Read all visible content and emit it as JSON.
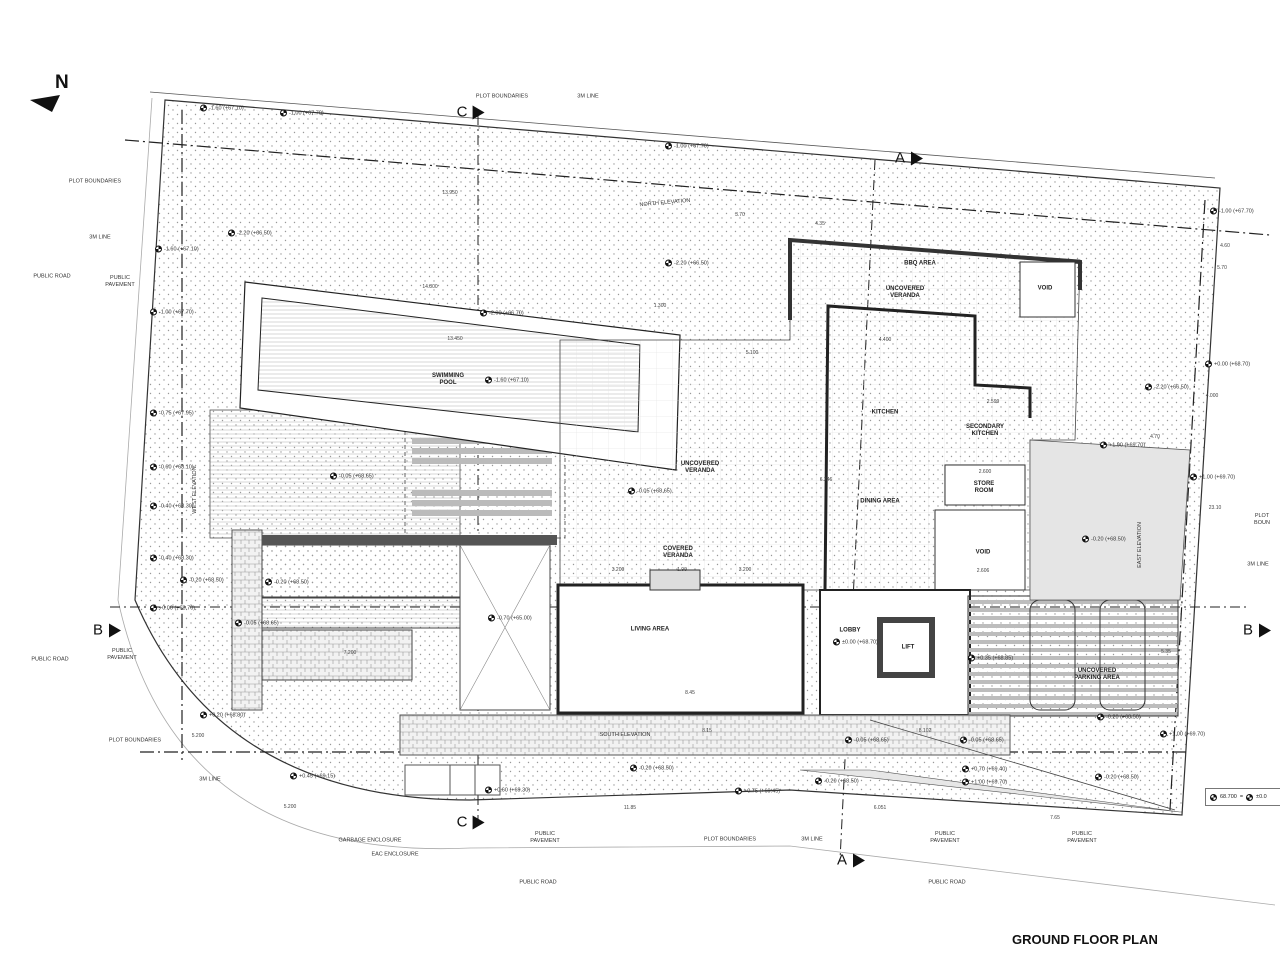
{
  "title": "GROUND FLOOR PLAN",
  "north_label": "N",
  "legend": {
    "level": "68.700",
    "equals": "=",
    "datum": "±0.0"
  },
  "sections": [
    "C",
    "C",
    "A",
    "A",
    "B",
    "B"
  ],
  "rooms": [
    "SWIMMING\nPOOL",
    "UNCOVERED\nVERANDA",
    "COVERED\nVERANDA",
    "LIVING AREA",
    "LOBBY",
    "LIFT",
    "KITCHEN",
    "DINING AREA",
    "SECONDARY\nKITCHEN",
    "STORE\nROOM",
    "VOID",
    "VOID",
    "BBQ AREA",
    "UNCOVERED\nVERANDA",
    "UNCOVERED\nPARKING AREA"
  ],
  "elevations": [
    "NORTH ELEVATION",
    "SOUTH ELEVATION",
    "WEST ELEVATION",
    "EAST ELEVATION"
  ],
  "annotations": [
    "PLOT BOUNDARIES",
    "3m LINE",
    "PUBLIC ROAD",
    "PUBLIC\nPAVEMENT",
    "PLOT BOUNDARIES",
    "3m LINE",
    "PUBLIC ROAD",
    "PUBLIC\nPAVEMENT",
    "PLOT BOUNDARIES",
    "3m LINE",
    "GARBAGE ENCLOSURE",
    "EAC ENCLOSURE",
    "PUBLIC\nPAVEMENT",
    "PUBLIC ROAD",
    "PLOT BOUNDARIES",
    "3m LINE",
    "PUBLIC\nPAVEMENT",
    "PUBLIC\nPAVEMENT",
    "PUBLIC ROAD",
    "PLOT BOUN",
    "3m LINE"
  ],
  "levels": [
    "-1.60 (+67.10)",
    "-1.00 (+67.70)",
    "-1.00 (+67.70)",
    "-1.00 (+67.70)",
    "-2.20 (+66.50)",
    "-1.60 (+67.10)",
    "-2.20 (+66.50)",
    "-1.00 (+67.70)",
    "-2.00 (+66.70)",
    "-1.60 (+67.10)",
    "+0.00 (+68.70)",
    "-2.20 (+66.50)",
    "-0.75 (+67.95)",
    "+1.90 (+69.70)",
    "-0.60 (+68.10)",
    "-0.05 (+68.65)",
    "-0.05 (+68.65)",
    "+1.00 (+69.70)",
    "-0.40 (+68.30)",
    "-0.20 (+68.50)",
    "-0.40 (+68.30)",
    "-0.20 (+68.50)",
    "-0.20 (+68.50)",
    "+0.00 (+68.70)",
    "-0.05 (+68.65)",
    "-0.70 (+65.00)",
    "±0.00 (+68.70)",
    "+0.35 (+68.85)",
    "-0.20 (+68.50)",
    "+0.20 (+68.80)",
    "+1.00 (+69.70)",
    "-0.05 (+68.65)",
    "-0.05 (+68.65)",
    "+0.45 (+69.15)",
    "-0.20 (+68.50)",
    "+0.70 (+69.40)",
    "-0.20 (+68.50)",
    "+1.00 (+69.70)",
    "-0.20 (+68.50)",
    "+0.75 (+69.45)",
    "+0.60 (+69.30)"
  ],
  "dimensions": [
    "13.950",
    "14.800",
    "13.450",
    "5.100",
    "4.400",
    "8.45",
    "3.200",
    "1.90",
    "3.200",
    "11.85",
    "6.051",
    "7.65",
    "4.35",
    "3.70",
    "8.15",
    "8.102",
    "2.606",
    "2.600",
    "4.60",
    "1.300",
    "7.200",
    "5.200",
    "5.200",
    "2.599",
    "4.70",
    "23.10",
    "5.35",
    "4.000",
    "5.70",
    "6.246"
  ]
}
